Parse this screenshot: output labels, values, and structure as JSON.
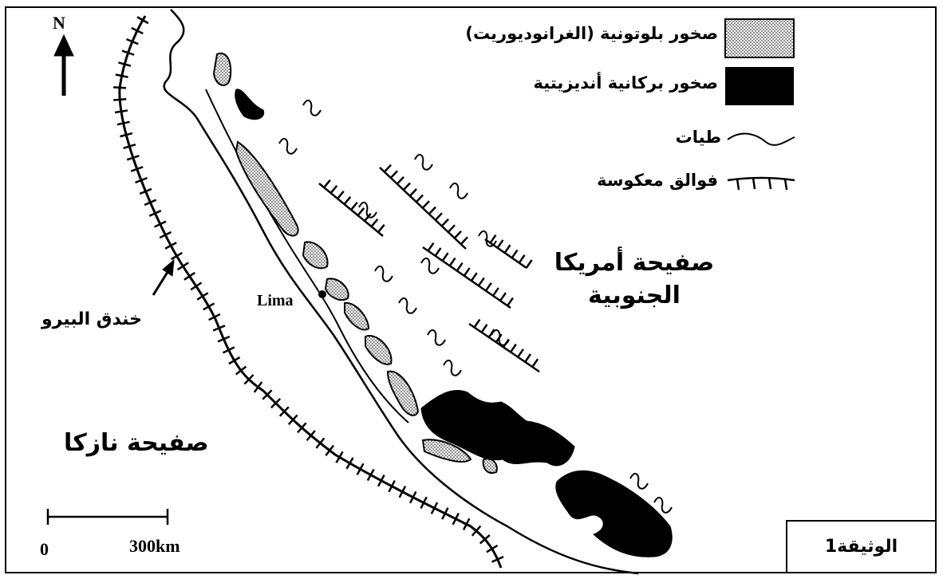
{
  "legend": {
    "plutonic_label": "صخور بلوتونية (الغرانوديوريت)",
    "volcanic_label": "صخور بركانية أنديزيتية",
    "folds_label": "طيات",
    "reverse_faults_label": "فوالق معكوسة"
  },
  "map": {
    "north_label": "N",
    "south_america_plate": "صفيحة أمريكا الجنوبية",
    "nazca_plate": "صفيحة نازكا",
    "trench_label": "خندق البيرو",
    "city_label": "Lima"
  },
  "scale": {
    "start_label": "0",
    "end_label": "300km"
  },
  "document_label": "الوثيقة1",
  "colors": {
    "ink": "#000000",
    "paper": "#ffffff"
  }
}
